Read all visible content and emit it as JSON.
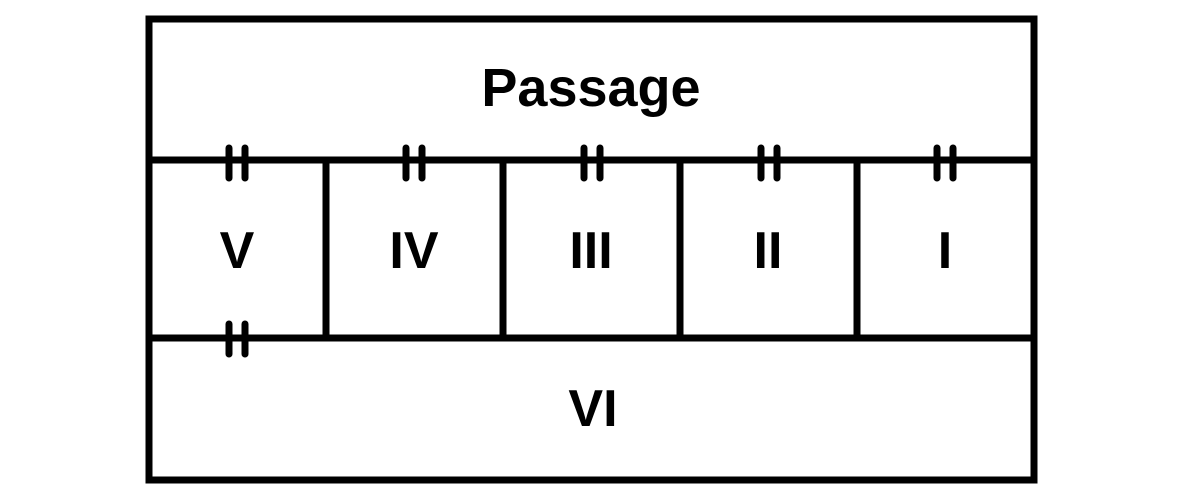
{
  "plan": {
    "passage": {
      "label": "Passage"
    },
    "rooms": [
      {
        "id": "V",
        "label": "V"
      },
      {
        "id": "IV",
        "label": "IV"
      },
      {
        "id": "III",
        "label": "III"
      },
      {
        "id": "II",
        "label": "II"
      },
      {
        "id": "I",
        "label": "I"
      }
    ],
    "bottom_room": {
      "label": "VI"
    },
    "colors": {
      "line": "#000000",
      "background": "#ffffff"
    }
  }
}
